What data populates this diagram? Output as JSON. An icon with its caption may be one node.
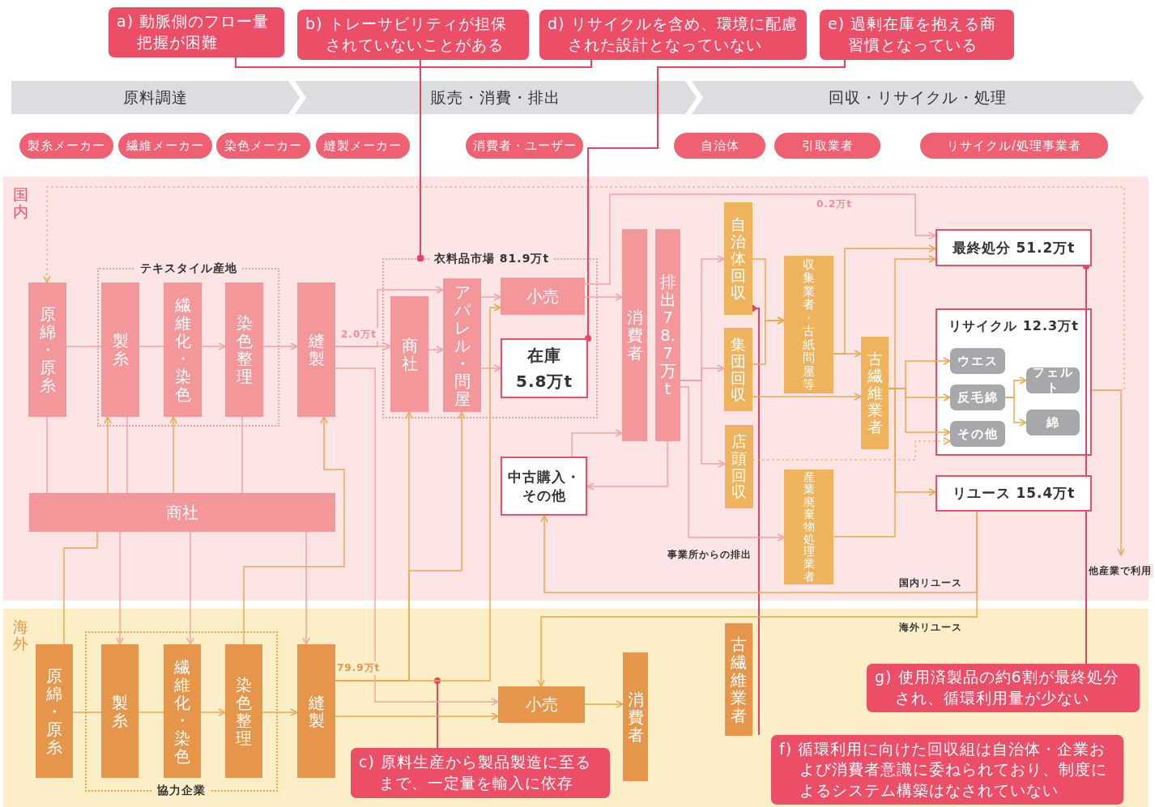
{
  "diagram": {
    "nodes": [
      {
        "text": [
          "a) 動脈側のフロー量把握が困難"
        ]
      },
      {
        "text": [
          "b) トレーサビリティが担保されていないことがある"
        ]
      },
      {
        "text": [
          "d) リサイクルを含め、環境に配慮された設計となっていない"
        ]
      },
      {
        "text": [
          "e) 過剰在庫を抱える商習慣となっている"
        ]
      },
      {
        "text": [
          "原料調達"
        ]
      },
      {
        "text": [
          "販売・消費・排出"
        ]
      },
      {
        "text": [
          "回収・リサイクル・処理"
        ]
      },
      {
        "text": [
          "製糸メーカー"
        ]
      },
      {
        "text": [
          "繊維メーカー"
        ]
      },
      {
        "text": [
          "染色メーカー"
        ]
      },
      {
        "text": [
          "縫製メーカー"
        ]
      },
      {
        "text": [
          "消費者・ユーザー"
        ]
      },
      {
        "text": [
          "自治体"
        ]
      },
      {
        "text": [
          "引取業者"
        ]
      },
      {
        "text": [
          "リサイクル/処理事業者"
        ]
      },
      {
        "text": [
          "国内"
        ]
      },
      {
        "text": [
          "テキスタイル産地"
        ],
        "in": 15
      },
      {
        "text": [
          "衣料品市場 81.9万t"
        ],
        "in": 15
      },
      {
        "text": [
          "原綿・原糸"
        ],
        "in": 15
      },
      {
        "text": [
          "製糸"
        ],
        "in": 16
      },
      {
        "text": [
          "繊維化・染色"
        ],
        "in": 16
      },
      {
        "text": [
          "染色整理"
        ],
        "in": 16
      },
      {
        "text": [
          "縫製"
        ],
        "in": 15
      },
      {
        "text": [
          "商社"
        ],
        "in": 15
      },
      {
        "text": [
          "商社"
        ],
        "in": 17
      },
      {
        "text": [
          "アパレル・問屋"
        ],
        "in": 17
      },
      {
        "text": [
          "小売"
        ],
        "in": 17
      },
      {
        "text": [
          "在庫",
          "5.8万t"
        ],
        "in": 17
      },
      {
        "text": [
          "中古購入・その他"
        ],
        "in": 15
      },
      {
        "text": [
          "消費者"
        ],
        "in": 15
      },
      {
        "text": [
          "排出 78.7万t"
        ],
        "in": 15
      },
      {
        "text": [
          "自治体回収"
        ],
        "in": 15
      },
      {
        "text": [
          "集団回収"
        ],
        "in": 15
      },
      {
        "text": [
          "店頭回収"
        ],
        "in": 15
      },
      {
        "text": [
          "収集業者・古紙問屋等"
        ],
        "in": 15
      },
      {
        "text": [
          "産業廃棄物処理業者"
        ],
        "in": 15
      },
      {
        "text": [
          "古繊維業者"
        ],
        "in": 15
      },
      {
        "text": [
          "最終処分 51.2万t"
        ],
        "in": 15
      },
      {
        "text": [
          "リサイクル 12.3万t"
        ],
        "in": 15
      },
      {
        "text": [
          "ウエス"
        ],
        "in": 38
      },
      {
        "text": [
          "反毛綿"
        ],
        "in": 38
      },
      {
        "text": [
          "その他"
        ],
        "in": 38
      },
      {
        "text": [
          "フェルト"
        ],
        "in": 38
      },
      {
        "text": [
          "綿"
        ],
        "in": 38
      },
      {
        "text": [
          "リユース 15.4万t"
        ],
        "in": 15
      },
      {
        "text": [
          "海外"
        ]
      },
      {
        "text": [
          "協力企業"
        ],
        "in": 45
      },
      {
        "text": [
          "原綿・原糸"
        ],
        "in": 45
      },
      {
        "text": [
          "製糸"
        ],
        "in": 46
      },
      {
        "text": [
          "繊維化・染色"
        ],
        "in": 46
      },
      {
        "text": [
          "染色整理"
        ],
        "in": 46
      },
      {
        "text": [
          "縫製"
        ],
        "in": 45
      },
      {
        "text": [
          "小売"
        ],
        "in": 45
      },
      {
        "text": [
          "消費者"
        ],
        "in": 45
      },
      {
        "text": [
          "古繊維業者"
        ],
        "in": 45
      },
      {
        "text": [
          "c) 原料生産から製品製造に至るまで、一定量を輸入に依存"
        ],
        "in": 45
      },
      {
        "text": [
          "f) 循環利用に向けた回収組は自治体・企業および消費者意識に委ねられており、制度によるシステム構築はなされていない"
        ],
        "in": 45
      },
      {
        "text": [
          "g) 使用済製品の約6割が最終処分され、循環利用量が少ない"
        ],
        "in": 45
      }
    ],
    "edges": [
      {
        "from": 0,
        "to": 17,
        "arrow": "other",
        "color": "#e8445e"
      },
      {
        "from": 1,
        "to": 17,
        "arrow": "other",
        "color": "#e8445e"
      },
      {
        "from": 2,
        "to": 17,
        "arrow": "other",
        "color": "#e8445e"
      },
      {
        "from": 3,
        "to": 27,
        "arrow": "other",
        "color": "#e8445e"
      },
      {
        "from": 55,
        "to": null,
        "arrow": "other",
        "color": "#e8445e"
      },
      {
        "from": 56,
        "to": 31,
        "arrow": "other",
        "color": "#e8445e"
      },
      {
        "from": 57,
        "to": 37,
        "arrow": "other",
        "color": "#e8445e"
      },
      {
        "from": 18,
        "to": 19,
        "arrow": "none",
        "color": "#f4a0a4"
      },
      {
        "from": 19,
        "to": 20,
        "arrow": "none",
        "color": "#f4a0a4"
      },
      {
        "from": 20,
        "to": 21,
        "arrow": "to",
        "color": "#f4a0a4"
      },
      {
        "from": 21,
        "to": 22,
        "arrow": "to",
        "color": "#f4a0a4"
      },
      {
        "from": 22,
        "to": 24,
        "arrow": "to",
        "label": "2.0万t",
        "color": "#f4a0a4"
      },
      {
        "from": 24,
        "to": 25,
        "arrow": "to",
        "color": "#f4a0a4"
      },
      {
        "from": 22,
        "to": 25,
        "arrow": "to",
        "color": "#f4a0a4"
      },
      {
        "from": 25,
        "to": 26,
        "arrow": "to",
        "color": "#f4a0a4"
      },
      {
        "from": 25,
        "to": 27,
        "arrow": "to",
        "color": "#f4a0a4"
      },
      {
        "from": 26,
        "to": 29,
        "arrow": "to",
        "color": "#f4a0a4"
      },
      {
        "from": 26,
        "to": 37,
        "arrow": "to",
        "label": "0.2万t",
        "color": "#f4a0a4"
      },
      {
        "from": 28,
        "to": 29,
        "arrow": "to",
        "color": "#f4a0a4"
      },
      {
        "from": 30,
        "to": 28,
        "arrow": "to",
        "color": "#f4a0a4"
      },
      {
        "from": 30,
        "to": 31,
        "arrow": "to",
        "color": "#f4a0a4"
      },
      {
        "from": 30,
        "to": 32,
        "arrow": "to",
        "color": "#f4a0a4"
      },
      {
        "from": 30,
        "to": 33,
        "arrow": "to",
        "color": "#f4a0a4"
      },
      {
        "from": 30,
        "to": 35,
        "arrow": "to",
        "label": "事業所からの排出",
        "color": "#f4a0a4"
      },
      {
        "from": 31,
        "to": 34,
        "arrow": "to"
      },
      {
        "from": 32,
        "to": 34,
        "arrow": "to"
      },
      {
        "from": 32,
        "to": 36,
        "arrow": "to"
      },
      {
        "from": 34,
        "to": 36,
        "arrow": "to"
      },
      {
        "from": 34,
        "to": 37,
        "arrow": "to"
      },
      {
        "from": 36,
        "to": 39,
        "arrow": "to"
      },
      {
        "from": 36,
        "to": 40,
        "arrow": "to"
      },
      {
        "from": 36,
        "to": 41,
        "arrow": "to"
      },
      {
        "from": 33,
        "to": 41,
        "arrow": "to",
        "style": "dashed"
      },
      {
        "from": 35,
        "to": 37,
        "arrow": "to"
      },
      {
        "from": 36,
        "to": 44,
        "arrow": "to"
      },
      {
        "from": 40,
        "to": 42,
        "arrow": "to"
      },
      {
        "from": 40,
        "to": 43,
        "arrow": "to"
      },
      {
        "from": 38,
        "to": null,
        "arrow": "to",
        "label": "他産業で利用"
      },
      {
        "from": 44,
        "to": 28,
        "arrow": "to",
        "label": "国内リユース"
      },
      {
        "from": 44,
        "to": 52,
        "arrow": "to",
        "label": "海外リユース"
      },
      {
        "from": 38,
        "to": 18,
        "arrow": "to",
        "style": "dashed"
      },
      {
        "from": 47,
        "to": 48,
        "arrow": "none"
      },
      {
        "from": 48,
        "to": 49,
        "arrow": "none"
      },
      {
        "from": 49,
        "to": 50,
        "arrow": "to"
      },
      {
        "from": 50,
        "to": 51,
        "arrow": "to"
      },
      {
        "from": 51,
        "to": 52,
        "arrow": "to"
      },
      {
        "from": 51,
        "to": 24,
        "arrow": "to",
        "label": "79.9万t"
      },
      {
        "from": 51,
        "to": 25,
        "arrow": "to"
      },
      {
        "from": 51,
        "to": 26,
        "arrow": "to"
      },
      {
        "from": 22,
        "to": 52,
        "arrow": "to",
        "color": "#f4a0a4"
      },
      {
        "from": 52,
        "to": 53,
        "arrow": "to"
      },
      {
        "from": 18,
        "to": 23,
        "arrow": "none",
        "color": "#f4a0a4"
      },
      {
        "from": 23,
        "to": 19,
        "arrow": "to"
      },
      {
        "from": 19,
        "to": 23,
        "arrow": "none",
        "color": "#f4a0a4"
      },
      {
        "from": 23,
        "to": 20,
        "arrow": "to"
      },
      {
        "from": 21,
        "to": 23,
        "arrow": "none",
        "color": "#f4a0a4"
      },
      {
        "from": 50,
        "to": 22,
        "arrow": "to"
      },
      {
        "from": 23,
        "to": 48,
        "arrow": "to",
        "color": "#f4a0a4"
      },
      {
        "from": 23,
        "to": 49,
        "arrow": "to",
        "color": "#f4a0a4"
      },
      {
        "from": 23,
        "to": 51,
        "arrow": "to",
        "color": "#f4a0a4"
      },
      {
        "from": 47,
        "to": 23,
        "arrow": "none"
      }
    ]
  }
}
